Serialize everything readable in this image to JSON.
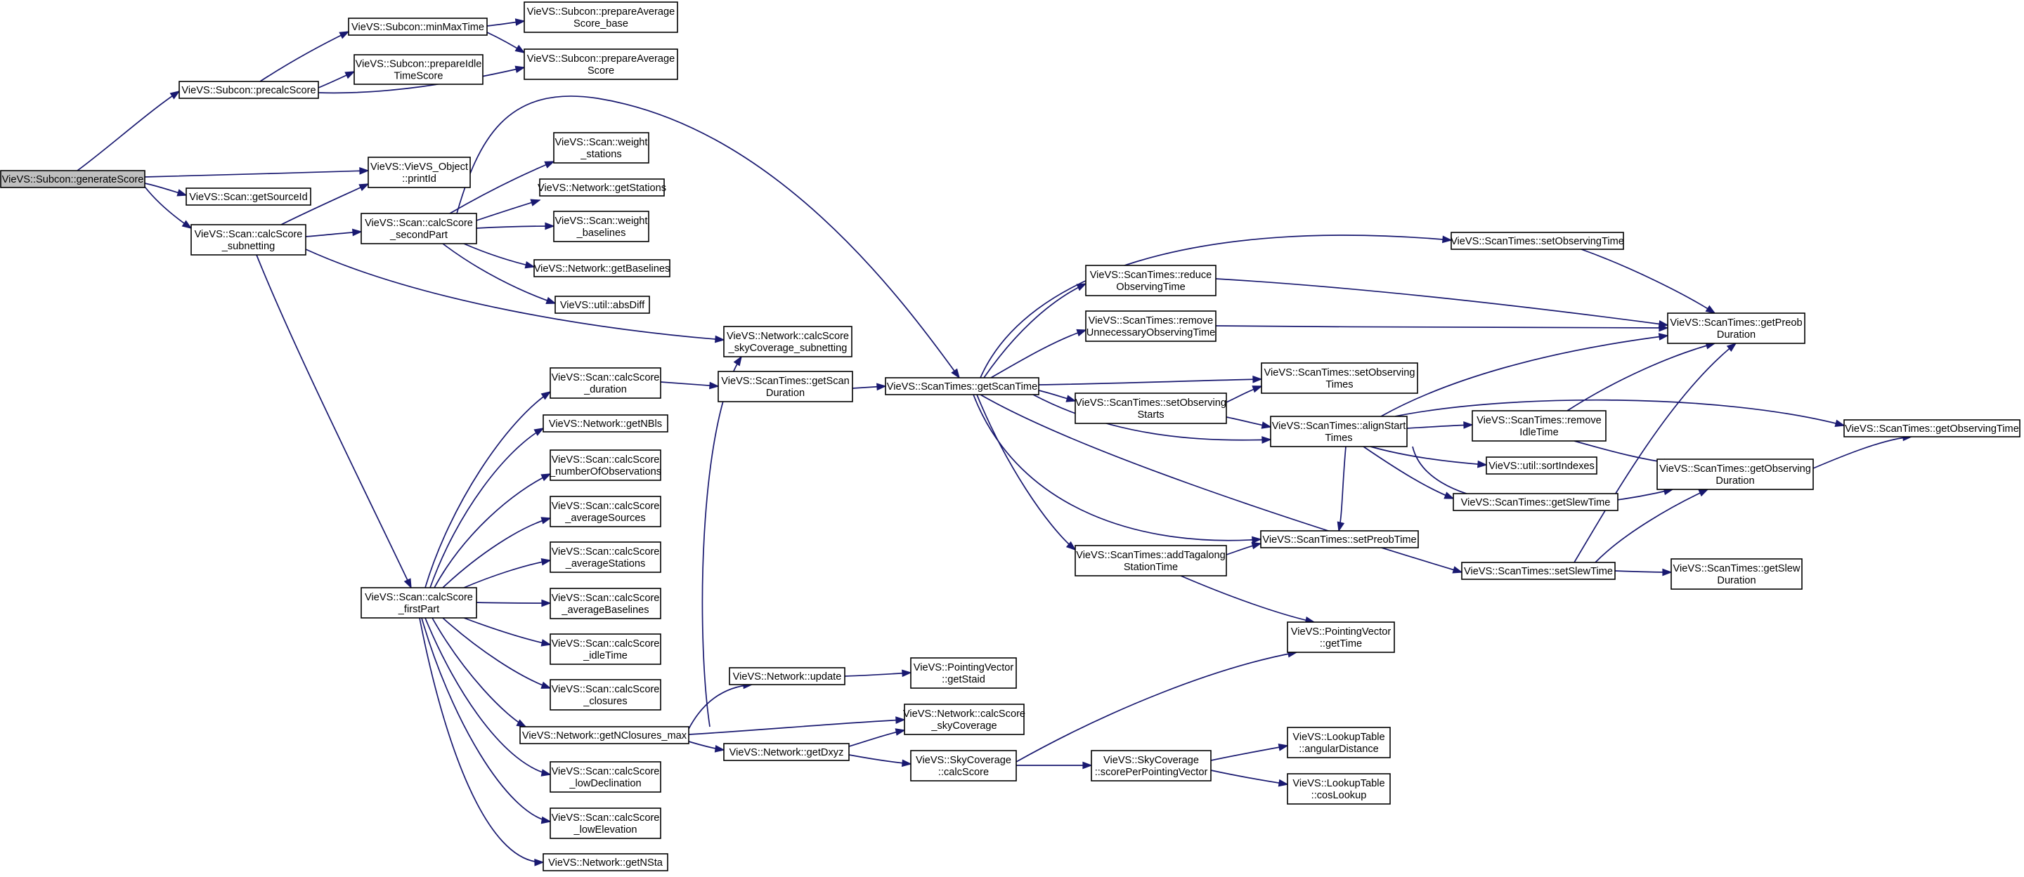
{
  "graph": {
    "edge_color": "#191970",
    "node_border": "#000000",
    "root_fill": "#bfbfbf",
    "nodes": {
      "gen": {
        "lines": [
          "VieVS::Subcon::generateScore"
        ],
        "root": true
      },
      "prec": {
        "lines": [
          "VieVS::Subcon::precalcScore"
        ]
      },
      "min": {
        "lines": [
          "VieVS::Subcon::minMaxTime"
        ]
      },
      "pavb": {
        "lines": [
          "VieVS::Subcon::prepareAverage",
          "Score_base"
        ]
      },
      "pidl": {
        "lines": [
          "VieVS::Subcon::prepareIdle",
          "TimeScore"
        ]
      },
      "pav": {
        "lines": [
          "VieVS::Subcon::prepareAverage",
          "Score"
        ]
      },
      "prt": {
        "lines": [
          "VieVS::VieVS_Object",
          "::printId"
        ]
      },
      "gsid": {
        "lines": [
          "VieVS::Scan::getSourceId"
        ]
      },
      "csub": {
        "lines": [
          "VieVS::Scan::calcScore",
          "_subnetting"
        ]
      },
      "wst": {
        "lines": [
          "VieVS::Scan::weight",
          "_stations"
        ]
      },
      "gst": {
        "lines": [
          "VieVS::Network::getStations"
        ]
      },
      "csec": {
        "lines": [
          "VieVS::Scan::calcScore",
          "_secondPart"
        ]
      },
      "wbl": {
        "lines": [
          "VieVS::Scan::weight",
          "_baselines"
        ]
      },
      "gbl": {
        "lines": [
          "VieVS::Network::getBaselines"
        ]
      },
      "abs": {
        "lines": [
          "VieVS::util::absDiff"
        ]
      },
      "nsky": {
        "lines": [
          "VieVS::Network::calcScore",
          "_skyCoverage_subnetting"
        ]
      },
      "cdur": {
        "lines": [
          "VieVS::Scan::calcScore",
          "_duration"
        ]
      },
      "gsd": {
        "lines": [
          "VieVS::ScanTimes::getScan",
          "Duration"
        ]
      },
      "gtm": {
        "lines": [
          "VieVS::ScanTimes::getScanTime"
        ]
      },
      "nbls": {
        "lines": [
          "VieVS::Network::getNBls"
        ]
      },
      "cobs": {
        "lines": [
          "VieVS::Scan::calcScore",
          "_numberOfObservations"
        ]
      },
      "csrc": {
        "lines": [
          "VieVS::Scan::calcScore",
          "_averageSources"
        ]
      },
      "cavs": {
        "lines": [
          "VieVS::Scan::calcScore",
          "_averageStations"
        ]
      },
      "cavb": {
        "lines": [
          "VieVS::Scan::calcScore",
          "_averageBaselines"
        ]
      },
      "cid": {
        "lines": [
          "VieVS::Scan::calcScore",
          "_idleTime"
        ]
      },
      "cfp": {
        "lines": [
          "VieVS::Scan::calcScore",
          "_firstPart"
        ]
      },
      "ccl": {
        "lines": [
          "VieVS::Scan::calcScore",
          "_closures"
        ]
      },
      "ncl": {
        "lines": [
          "VieVS::Network::getNClosures_max"
        ]
      },
      "cld": {
        "lines": [
          "VieVS::Scan::calcScore",
          "_lowDeclination"
        ]
      },
      "cle": {
        "lines": [
          "VieVS::Scan::calcScore",
          "_lowElevation"
        ]
      },
      "nsta": {
        "lines": [
          "VieVS::Network::getNSta"
        ]
      },
      "upd": {
        "lines": [
          "VieVS::Network::update"
        ]
      },
      "gsta": {
        "lines": [
          "VieVS::PointingVector",
          "::getStaid"
        ]
      },
      "nskc": {
        "lines": [
          "VieVS::Network::calcScore",
          "_skyCoverage"
        ]
      },
      "gdx": {
        "lines": [
          "VieVS::Network::getDxyz"
        ]
      },
      "skc": {
        "lines": [
          "VieVS::SkyCoverage",
          "::calcScore"
        ]
      },
      "sppv": {
        "lines": [
          "VieVS::SkyCoverage",
          "::scorePerPointingVector"
        ]
      },
      "ang": {
        "lines": [
          "VieVS::LookupTable",
          "::angularDistance"
        ]
      },
      "cos": {
        "lines": [
          "VieVS::LookupTable",
          "::cosLookup"
        ]
      },
      "pvt": {
        "lines": [
          "VieVS::PointingVector",
          "::getTime"
        ]
      },
      "ssot": {
        "lines": [
          "VieVS::ScanTimes::setObservingTime"
        ]
      },
      "red": {
        "lines": [
          "VieVS::ScanTimes::reduce",
          "ObservingTime"
        ]
      },
      "rem": {
        "lines": [
          "VieVS::ScanTimes::remove",
          "UnnecessaryObservingTime"
        ]
      },
      "sots": {
        "lines": [
          "VieVS::ScanTimes::setObserving",
          "Times"
        ]
      },
      "sost": {
        "lines": [
          "VieVS::ScanTimes::setObserving",
          "Starts"
        ]
      },
      "als": {
        "lines": [
          "VieVS::ScanTimes::alignStart",
          "Times"
        ]
      },
      "ridl": {
        "lines": [
          "VieVS::ScanTimes::remove",
          "IdleTime"
        ]
      },
      "sort": {
        "lines": [
          "VieVS::util::sortIndexes"
        ]
      },
      "gslt": {
        "lines": [
          "VieVS::ScanTimes::getSlewTime"
        ]
      },
      "spt": {
        "lines": [
          "VieVS::ScanTimes::setPreobTime"
        ]
      },
      "tag": {
        "lines": [
          "VieVS::ScanTimes::addTagalong",
          "StationTime"
        ]
      },
      "sslt": {
        "lines": [
          "VieVS::ScanTimes::setSlewTime"
        ]
      },
      "gpd": {
        "lines": [
          "VieVS::ScanTimes::getPreob",
          "Duration"
        ]
      },
      "god": {
        "lines": [
          "VieVS::ScanTimes::getObserving",
          "Duration"
        ]
      },
      "gotm": {
        "lines": [
          "VieVS::ScanTimes::getObservingTime"
        ]
      },
      "gsld": {
        "lines": [
          "VieVS::ScanTimes::getSlew",
          "Duration"
        ]
      }
    }
  }
}
